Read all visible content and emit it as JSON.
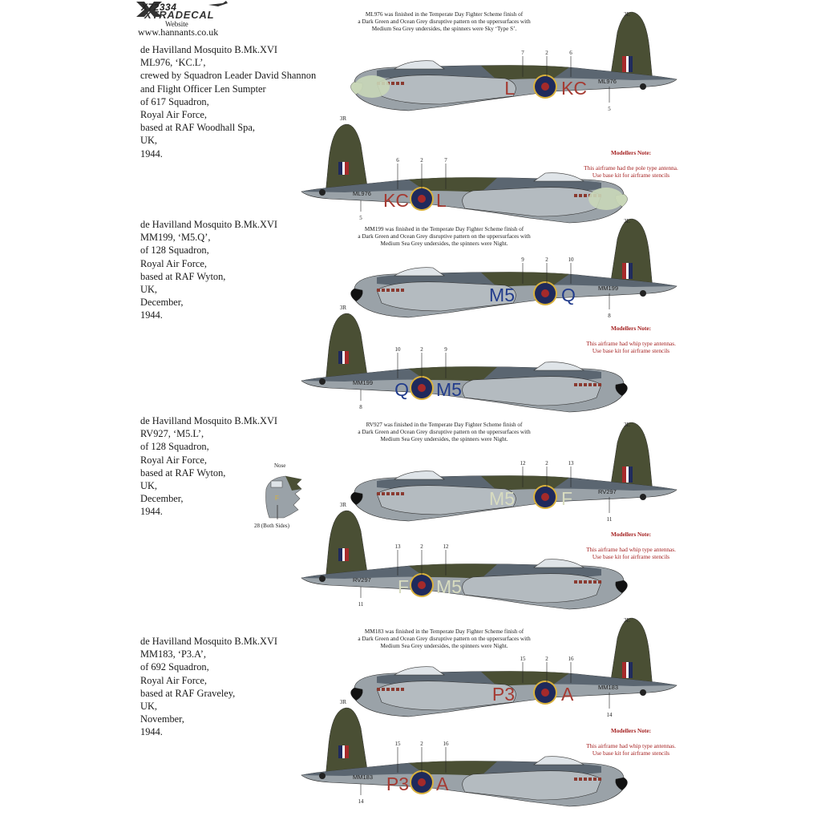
{
  "header": {
    "product_code": "X72334",
    "brand": "XTRADECAL",
    "website_label": "Website",
    "website_url": "www.hannants.co.uk"
  },
  "colors": {
    "dark_green": "#4a4f34",
    "ocean_grey": "#5b6671",
    "medium_sea_grey": "#9aa2a8",
    "sky": "#c9d7b8",
    "night": "#111111",
    "roundel_blue": "#1f2a5c",
    "roundel_red": "#a52a2a",
    "roundel_yellow": "#d9b13c",
    "note_red": "#a31d1d",
    "code_red": "#a53a32",
    "code_blue": "#223c8c",
    "code_sky": "#d8dcc0"
  },
  "aircraft": [
    {
      "description": "de Havilland Mosquito B.Mk.XVI\nML976, ‘KC.L’,\ncrewed by Squadron Leader David Shannon\nand Flight Officer Len Sumpter\nof 617 Squadron,\nRoyal Air Force,\nbased at RAF Woodhall Spa,\nUK,\n1944.",
      "scheme_note": "ML976 was finished in the Temperate Day Fighter Scheme finish of\na Dark Green and Ocean Grey disruptive pattern on the uppersurfaces with\nMedium Sea Grey undersides, the spinners were Sky ‘Type S’.",
      "modellers_note_title": "Modellers Note:",
      "modellers_note_text": "This airframe had the pole type antenna.\nUse base kit for airframe stencils",
      "serial": "ML976",
      "starboard_left_code": "L",
      "starboard_right_code": "KC",
      "port_left_code": "KC",
      "port_right_code": "L",
      "fin_ref_starboard": "3L",
      "fin_ref_port": "3R",
      "callouts_starboard": [
        "7",
        "2",
        "6"
      ],
      "callouts_port": [
        "6",
        "2",
        "7"
      ],
      "serial_callout": "5"
    },
    {
      "description": "de Havilland Mosquito B.Mk.XVI\nMM199, ‘M5.Q’,\nof 128 Squadron,\nRoyal Air Force,\nbased at RAF Wyton,\nUK,\nDecember,\n1944.",
      "scheme_note": "MM199 was finished in the Temperate Day Fighter Scheme finish of\na Dark Green and Ocean Grey disruptive pattern on the uppersurfaces with\nMedium Sea Grey undersides, the spinners were Night.",
      "modellers_note_title": "Modellers Note:",
      "modellers_note_text": "This airframe had whip type antennas.\nUse base kit for airframe stencils",
      "serial": "MM199",
      "starboard_left_code": "M5",
      "starboard_right_code": "Q",
      "port_left_code": "Q",
      "port_right_code": "M5",
      "fin_ref_starboard": "3L",
      "fin_ref_port": "3R",
      "callouts_starboard": [
        "9",
        "2",
        "10"
      ],
      "callouts_port": [
        "10",
        "2",
        "9"
      ],
      "serial_callout": "8"
    },
    {
      "description": "de Havilland Mosquito B.Mk.XVI\nRV927, ‘M5.L’,\nof 128 Squadron,\nRoyal Air Force,\nbased at RAF Wyton,\nUK,\nDecember,\n1944.",
      "scheme_note": "RV927 was finished in the Temperate Day Fighter Scheme finish of\na Dark Green and Ocean Grey disruptive pattern on the uppersurfaces with\nMedium Sea Grey undersides, the spinners were Night.",
      "modellers_note_title": "Modellers Note:",
      "modellers_note_text": "This airframe had whip type antennas.\nUse base kit for airframe stencils",
      "serial": "RV297",
      "starboard_left_code": "M5",
      "starboard_right_code": "F",
      "port_left_code": "F",
      "port_right_code": "M5",
      "fin_ref_starboard": "3L",
      "fin_ref_port": "3R",
      "callouts_starboard": [
        "12",
        "2",
        "13"
      ],
      "callouts_port": [
        "13",
        "2",
        "12"
      ],
      "serial_callout": "11",
      "nose_label": "Nose",
      "nose_caption": "28 (Both Sides)"
    },
    {
      "description": "de Havilland Mosquito B.Mk.XVI\nMM183, ‘P3.A’,\nof 692 Squadron,\nRoyal Air Force,\nbased at RAF Graveley,\nUK,\nNovember,\n1944.",
      "scheme_note": "MM183 was finished in the Temperate Day Fighter Scheme finish of\na Dark Green and Ocean Grey disruptive pattern on the uppersurfaces with\nMedium Sea Grey undersides, the spinners were Night.",
      "modellers_note_title": "Modellers Note:",
      "modellers_note_text": "This airframe had whip type antennas.\nUse base kit for airframe stencils",
      "serial": "MM183",
      "starboard_left_code": "P3",
      "starboard_right_code": "A",
      "port_left_code": "P3",
      "port_right_code": "A",
      "fin_ref_starboard": "3L",
      "fin_ref_port": "3R",
      "callouts_starboard": [
        "15",
        "2",
        "16"
      ],
      "callouts_port": [
        "15",
        "2",
        "16"
      ],
      "serial_callout": "14"
    }
  ]
}
